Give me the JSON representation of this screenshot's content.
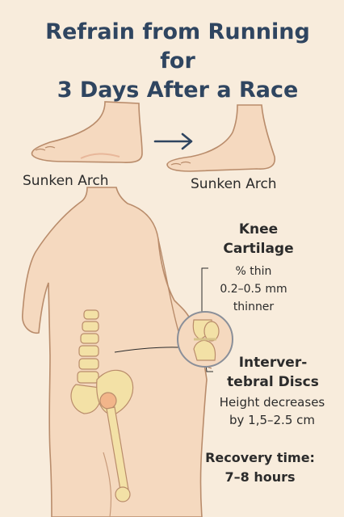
{
  "title_line1": "Refrain from Running for",
  "title_line2": "3 Days After a Race",
  "arch_label_left": "Sunken Arch",
  "arch_label_right": "Sunken Arch",
  "knee": {
    "title_line1": "Knee",
    "title_line2": "Cartilage",
    "sub_line1": "% thin",
    "sub_line2": "0.2–0.5 mm",
    "sub_line3": "thinner"
  },
  "discs": {
    "title_line1": "Interver-",
    "title_line2": "tebral Discs",
    "sub_line1": "Height decreases",
    "sub_line2": "by 1,5–2.5 cm"
  },
  "recovery": {
    "line1": "Recovery time:",
    "line2": "7–8 hours"
  },
  "icons": [
    "foot-icon",
    "arrow-right-icon",
    "body-icon",
    "spine-icon",
    "knee-icon"
  ],
  "colors": {
    "background": "#f8ecdc",
    "title": "#2f4560",
    "skin": "#f5d9bf",
    "skin_outline": "#b98c6b",
    "bone": "#f3e1a6",
    "hip_highlight": "#f2b58a"
  }
}
